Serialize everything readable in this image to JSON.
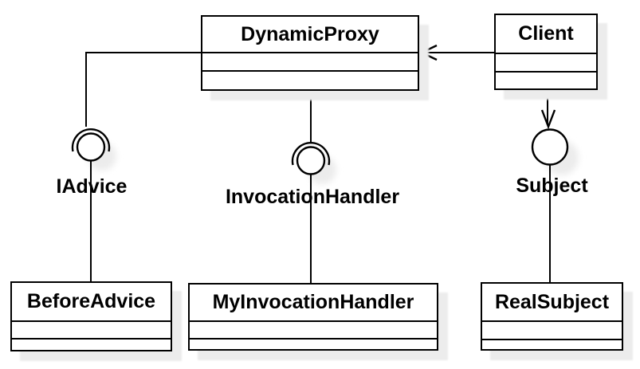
{
  "diagram": {
    "type": "uml-class-diagram",
    "classes": {
      "dynamicproxy": {
        "name": "DynamicProxy"
      },
      "client": {
        "name": "Client"
      },
      "beforeadvice": {
        "name": "BeforeAdvice"
      },
      "myinvocationhandler": {
        "name": "MyInvocationHandler"
      },
      "realsubject": {
        "name": "RealSubject"
      }
    },
    "interfaces": {
      "iadvice": {
        "label": "IAdvice",
        "notation": "ball-and-socket"
      },
      "invocationhandler": {
        "label": "InvocationHandler",
        "notation": "ball-and-socket"
      },
      "subject": {
        "label": "Subject",
        "notation": "ball"
      }
    },
    "connectors": [
      {
        "from": "DynamicProxy",
        "to": "IAdvice",
        "style": "plain-elbow"
      },
      {
        "from": "IAdvice",
        "to": "BeforeAdvice",
        "style": "plain"
      },
      {
        "from": "DynamicProxy",
        "to": "InvocationHandler",
        "style": "plain"
      },
      {
        "from": "InvocationHandler",
        "to": "MyInvocationHandler",
        "style": "plain"
      },
      {
        "from": "Client",
        "to": "DynamicProxy",
        "style": "open-arrow"
      },
      {
        "from": "Client",
        "to": "Subject",
        "style": "open-arrow"
      },
      {
        "from": "Subject",
        "to": "RealSubject",
        "style": "plain"
      }
    ],
    "colors": {
      "line": "#000000",
      "fill": "#ffffff",
      "shadow": "#ececec",
      "background": "#ffffff"
    }
  }
}
